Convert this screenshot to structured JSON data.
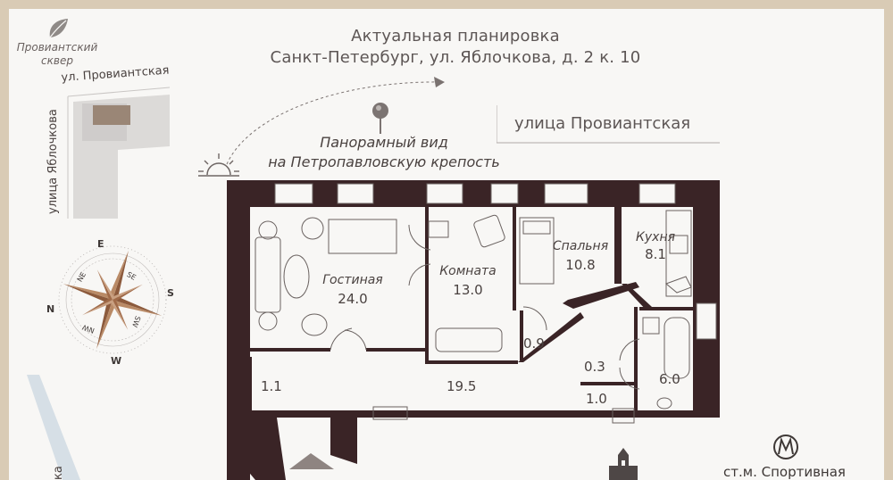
{
  "header": {
    "title_line1": "Актуальная планировка",
    "title_line2": "Санкт-Петербург, ул. Яблочкова, д. 2 к. 10"
  },
  "view": {
    "line1": "Панорамный вид",
    "line2": "на Петропавловскую крепость"
  },
  "streets": {
    "top": "улица Провиантская",
    "mini_top": "ул. Провиантская",
    "mini_left": "улица Яблочкова",
    "bottom_left": "ка"
  },
  "park": {
    "line1": "Провиантский",
    "line2": "сквер"
  },
  "compass": {
    "n": "N",
    "e": "E",
    "s": "S",
    "w": "W",
    "ne": "NE",
    "se": "SE",
    "sw": "SW",
    "nw": "NW"
  },
  "rooms": {
    "living": {
      "name": "Гостиная",
      "area": "24.0"
    },
    "room": {
      "name": "Комната",
      "area": "13.0"
    },
    "bedroom": {
      "name": "Спальня",
      "area": "10.8"
    },
    "kitchen": {
      "name": "Кухня",
      "area": "8.1"
    },
    "hall": {
      "area": "19.5"
    },
    "closet1": {
      "area": "1.1"
    },
    "closet2": {
      "area": "0.9"
    },
    "closet3": {
      "area": "0.3"
    },
    "wc": {
      "area": "1.0"
    },
    "bath": {
      "area": "6.0"
    }
  },
  "metro": {
    "label": "ст.м. Спортивная"
  },
  "colors": {
    "wall": "#3a2426",
    "frame": "#d9cbb5",
    "accent": "#8c5a3c"
  }
}
